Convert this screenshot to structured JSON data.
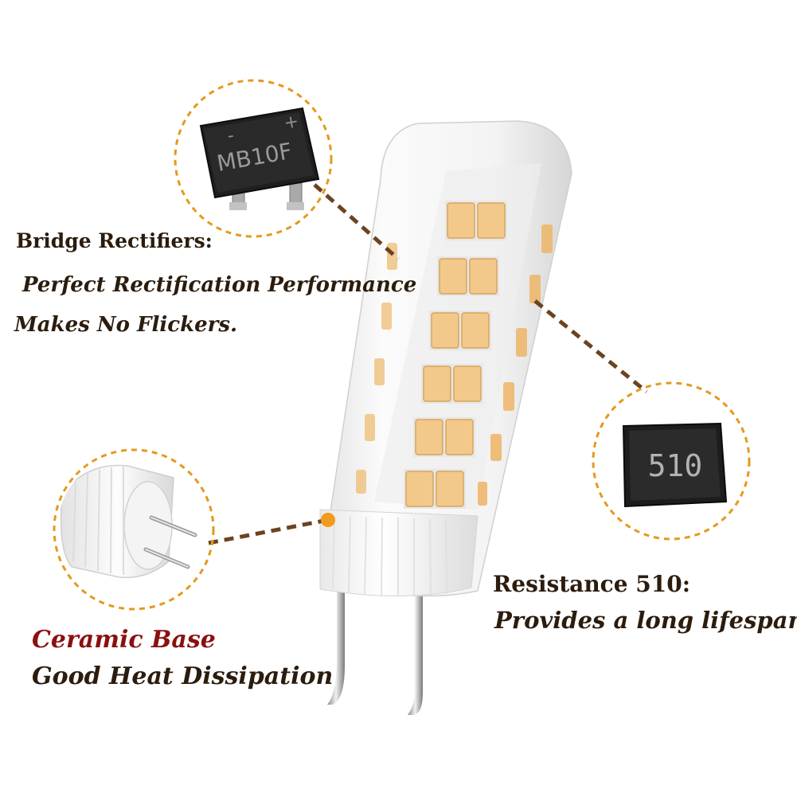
{
  "colors": {
    "callout_ring": "#e39a1e",
    "connector": "#6b4320",
    "text_dark": "#2b1c0e",
    "text_accent": "#8b1010",
    "led_chip": "#f2c98a"
  },
  "components": {
    "rectifier_chip": {
      "marking": "MB10F",
      "minus": "-",
      "plus": "+"
    },
    "resistor_chip": {
      "marking": "510"
    }
  },
  "labels": {
    "bridge_title": "Bridge Rectifiers:",
    "bridge_line1": "Perfect Rectification Performance",
    "bridge_line2": "Makes No Flickers.",
    "resistance_title": "Resistance 510:",
    "resistance_line1": "Provides a long lifespan.",
    "ceramic_title": "Ceramic Base",
    "ceramic_line1": "Good Heat Dissipation"
  }
}
